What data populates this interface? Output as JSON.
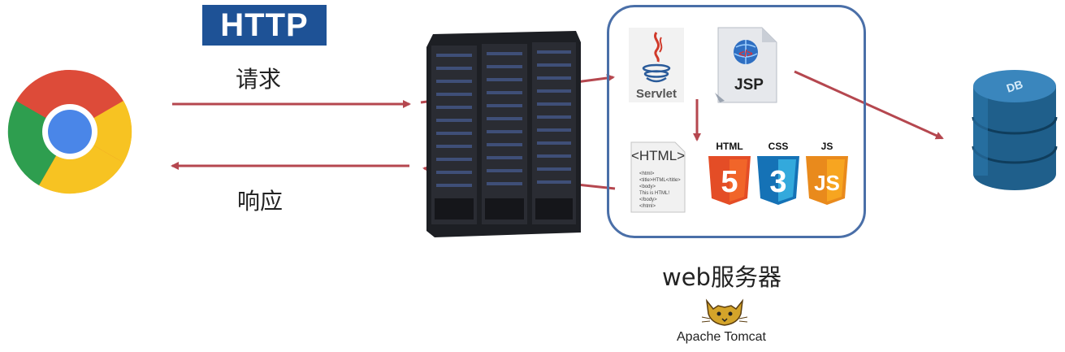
{
  "protocol": {
    "badge": "HTTP"
  },
  "flow": {
    "request_label": "请求",
    "response_label": "响应"
  },
  "server": {
    "label": "web服务器",
    "servlet_label": "Servlet",
    "jsp_label": "JSP",
    "jsp_code_symbol": "</>",
    "html_doc_title": "<HTML>",
    "html_doc_lines": [
      "<html>",
      "<title>HTML</title>",
      "<body>",
      "This is HTML!",
      "</body>",
      "</html>"
    ],
    "tech_icons": [
      {
        "name": "HTML",
        "number": "5",
        "color": "#e44d26"
      },
      {
        "name": "CSS",
        "number": "3",
        "color": "#1572b6"
      },
      {
        "name": "JS",
        "number": "JS",
        "color": "#f7a520"
      }
    ]
  },
  "database": {
    "label": "DB"
  },
  "tomcat": {
    "label": "Apache Tomcat"
  },
  "colors": {
    "arrow": "#b5474f",
    "box_border": "#4a6fa8",
    "http_badge": "#1e5296"
  }
}
